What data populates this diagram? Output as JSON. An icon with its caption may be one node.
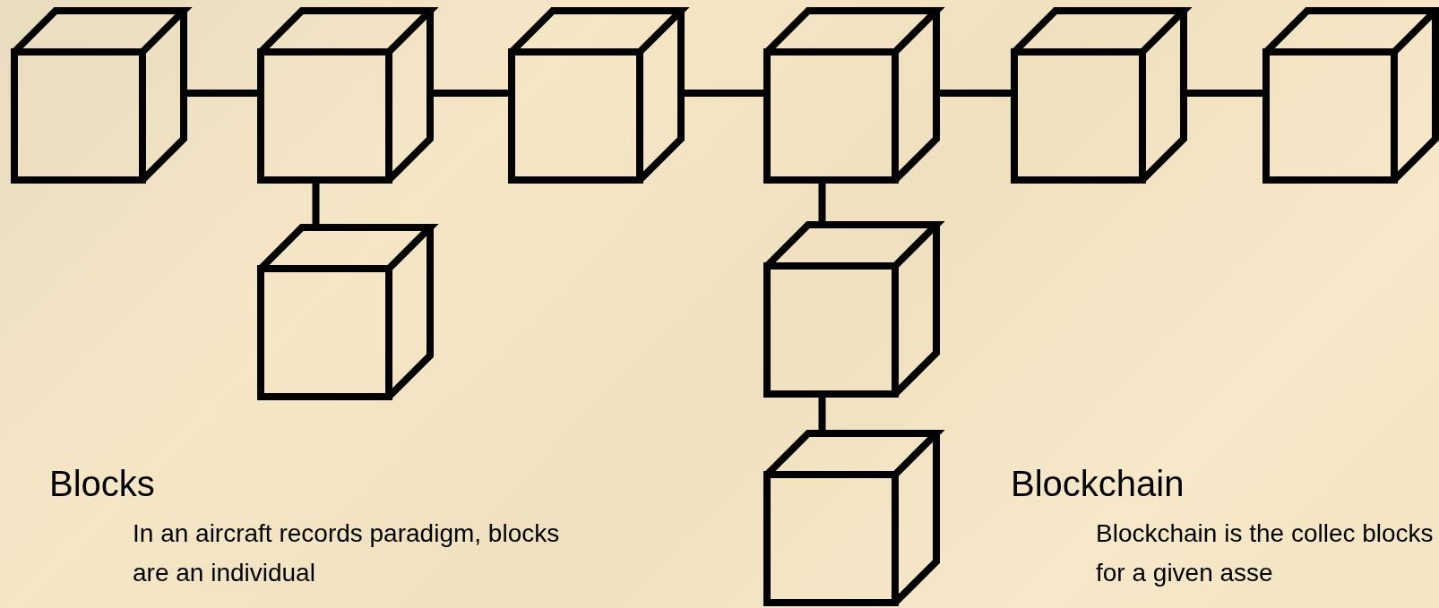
{
  "diagram": {
    "nodes": [
      {
        "text": [],
        "shape": "cube"
      },
      {
        "text": [],
        "shape": "cube"
      },
      {
        "text": [],
        "shape": "cube"
      },
      {
        "text": [],
        "shape": "cube"
      },
      {
        "text": [],
        "shape": "cube"
      },
      {
        "text": [],
        "shape": "cube"
      },
      {
        "text": [],
        "shape": "cube"
      },
      {
        "text": [],
        "shape": "cube"
      },
      {
        "text": [],
        "shape": "cube"
      }
    ],
    "edges": [
      {
        "from": 0,
        "to": 1,
        "arrow": "none"
      },
      {
        "from": 1,
        "to": 2,
        "arrow": "none"
      },
      {
        "from": 2,
        "to": 3,
        "arrow": "none"
      },
      {
        "from": 3,
        "to": 4,
        "arrow": "none"
      },
      {
        "from": 4,
        "to": 5,
        "arrow": "none"
      },
      {
        "from": 1,
        "to": 6,
        "arrow": "none"
      },
      {
        "from": 3,
        "to": 7,
        "arrow": "none"
      },
      {
        "from": 7,
        "to": 8,
        "arrow": "none"
      }
    ],
    "labels": [
      "Blocks",
      "In an aircraft records paradigm, blocks are an individual",
      "Blockchain",
      "Blockchain is the collec blocks for a given asse"
    ]
  }
}
